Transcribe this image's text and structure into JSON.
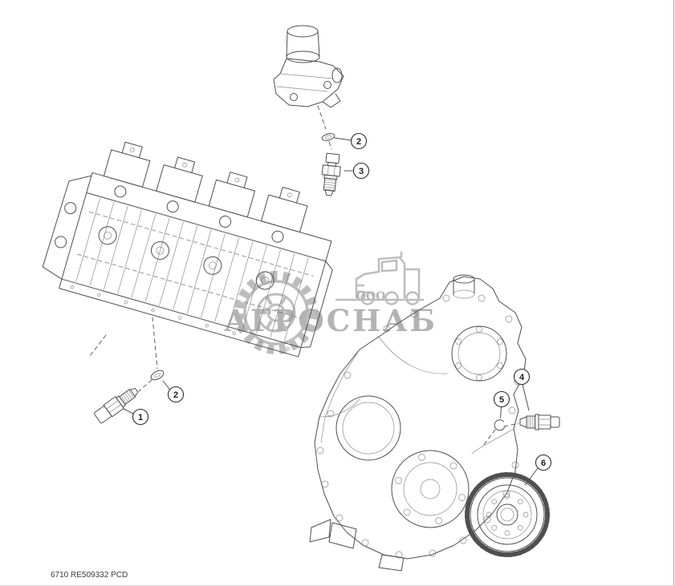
{
  "page": {
    "part_code": "6710 RE509332 PCD"
  },
  "watermark": {
    "company_prefix": "ООО",
    "company_name": "АГРОСНАБ"
  },
  "callouts": {
    "left_sensor": "1",
    "left_washer": "2",
    "top_washer": "2",
    "top_sensor": "3",
    "right_sensor": "4",
    "right_ring": "5",
    "gear": "6"
  }
}
